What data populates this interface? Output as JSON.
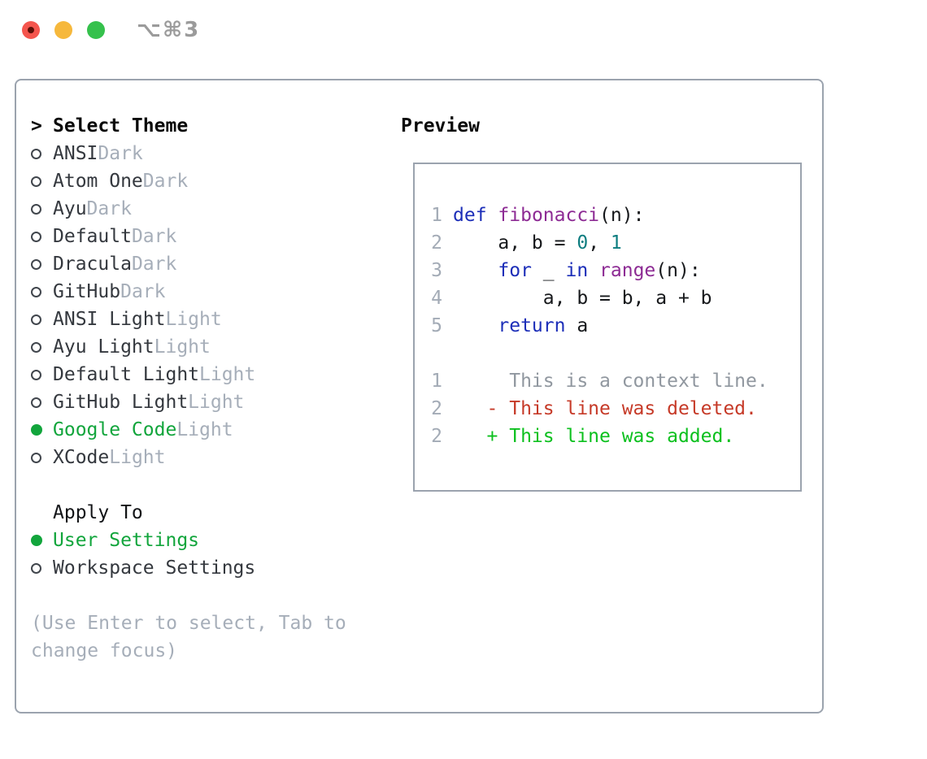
{
  "titlebar": {
    "shortcut_label": "⌥⌘3"
  },
  "select_theme": {
    "header": "Select Theme",
    "cursor_glyph": ">",
    "items": [
      {
        "name": "ANSI",
        "variant": "Dark",
        "selected": false
      },
      {
        "name": "Atom One",
        "variant": "Dark",
        "selected": false
      },
      {
        "name": "Ayu",
        "variant": "Dark",
        "selected": false
      },
      {
        "name": "Default",
        "variant": "Dark",
        "selected": false
      },
      {
        "name": "Dracula",
        "variant": "Dark",
        "selected": false
      },
      {
        "name": "GitHub",
        "variant": "Dark",
        "selected": false
      },
      {
        "name": "ANSI Light",
        "variant": "Light",
        "selected": false
      },
      {
        "name": "Ayu Light",
        "variant": "Light",
        "selected": false
      },
      {
        "name": "Default Light",
        "variant": "Light",
        "selected": false
      },
      {
        "name": "GitHub Light",
        "variant": "Light",
        "selected": false
      },
      {
        "name": "Google Code",
        "variant": "Light",
        "selected": true
      },
      {
        "name": "XCode",
        "variant": "Light",
        "selected": false
      }
    ]
  },
  "apply_to": {
    "header": "Apply To",
    "options": [
      {
        "label": "User Settings",
        "selected": true
      },
      {
        "label": "Workspace Settings",
        "selected": false
      }
    ]
  },
  "hint_lines": [
    "(Use Enter to select, Tab to",
    "change focus)"
  ],
  "preview": {
    "title": "Preview",
    "code_lines": [
      {
        "num": "1",
        "tokens": [
          {
            "t": "def",
            "c": "kw"
          },
          {
            "t": " ",
            "c": "pl"
          },
          {
            "t": "fibonacci",
            "c": "fn"
          },
          {
            "t": "(n):",
            "c": "pl"
          }
        ]
      },
      {
        "num": "2",
        "tokens": [
          {
            "t": "    a, b = ",
            "c": "pl"
          },
          {
            "t": "0",
            "c": "num"
          },
          {
            "t": ", ",
            "c": "pl"
          },
          {
            "t": "1",
            "c": "num"
          }
        ]
      },
      {
        "num": "3",
        "tokens": [
          {
            "t": "    ",
            "c": "pl"
          },
          {
            "t": "for",
            "c": "kw"
          },
          {
            "t": " _ ",
            "c": "pl"
          },
          {
            "t": "in",
            "c": "kw"
          },
          {
            "t": " ",
            "c": "pl"
          },
          {
            "t": "range",
            "c": "fn"
          },
          {
            "t": "(n):",
            "c": "pl"
          }
        ]
      },
      {
        "num": "4",
        "tokens": [
          {
            "t": "        a, b = b, a + b",
            "c": "pl"
          }
        ]
      },
      {
        "num": "5",
        "tokens": [
          {
            "t": "    ",
            "c": "pl"
          },
          {
            "t": "return",
            "c": "kw"
          },
          {
            "t": " a",
            "c": "pl"
          }
        ]
      },
      {
        "num": "",
        "tokens": []
      },
      {
        "num": "1",
        "tokens": [
          {
            "t": "     This is a context line.",
            "c": "ctx"
          }
        ]
      },
      {
        "num": "2",
        "tokens": [
          {
            "t": "   - This line was deleted.",
            "c": "del"
          }
        ]
      },
      {
        "num": "2",
        "tokens": [
          {
            "t": "   + This line was added.",
            "c": "add"
          }
        ]
      }
    ]
  },
  "colors": {
    "border": "#9ba3ae",
    "muted": "#a6aeb9",
    "line_number": "#a3abb6",
    "selected_green": "#12a53c",
    "keyword_blue": "#1c2eb8",
    "function_purple": "#8d2b94",
    "number_teal": "#0e7d80",
    "plain_code": "#16181b",
    "context_gray": "#90979f",
    "deleted_red": "#c63a28",
    "added_green": "#0cc01e",
    "traffic_red": "#f4554d",
    "traffic_yellow": "#f6b83c",
    "traffic_green": "#35c14c"
  }
}
